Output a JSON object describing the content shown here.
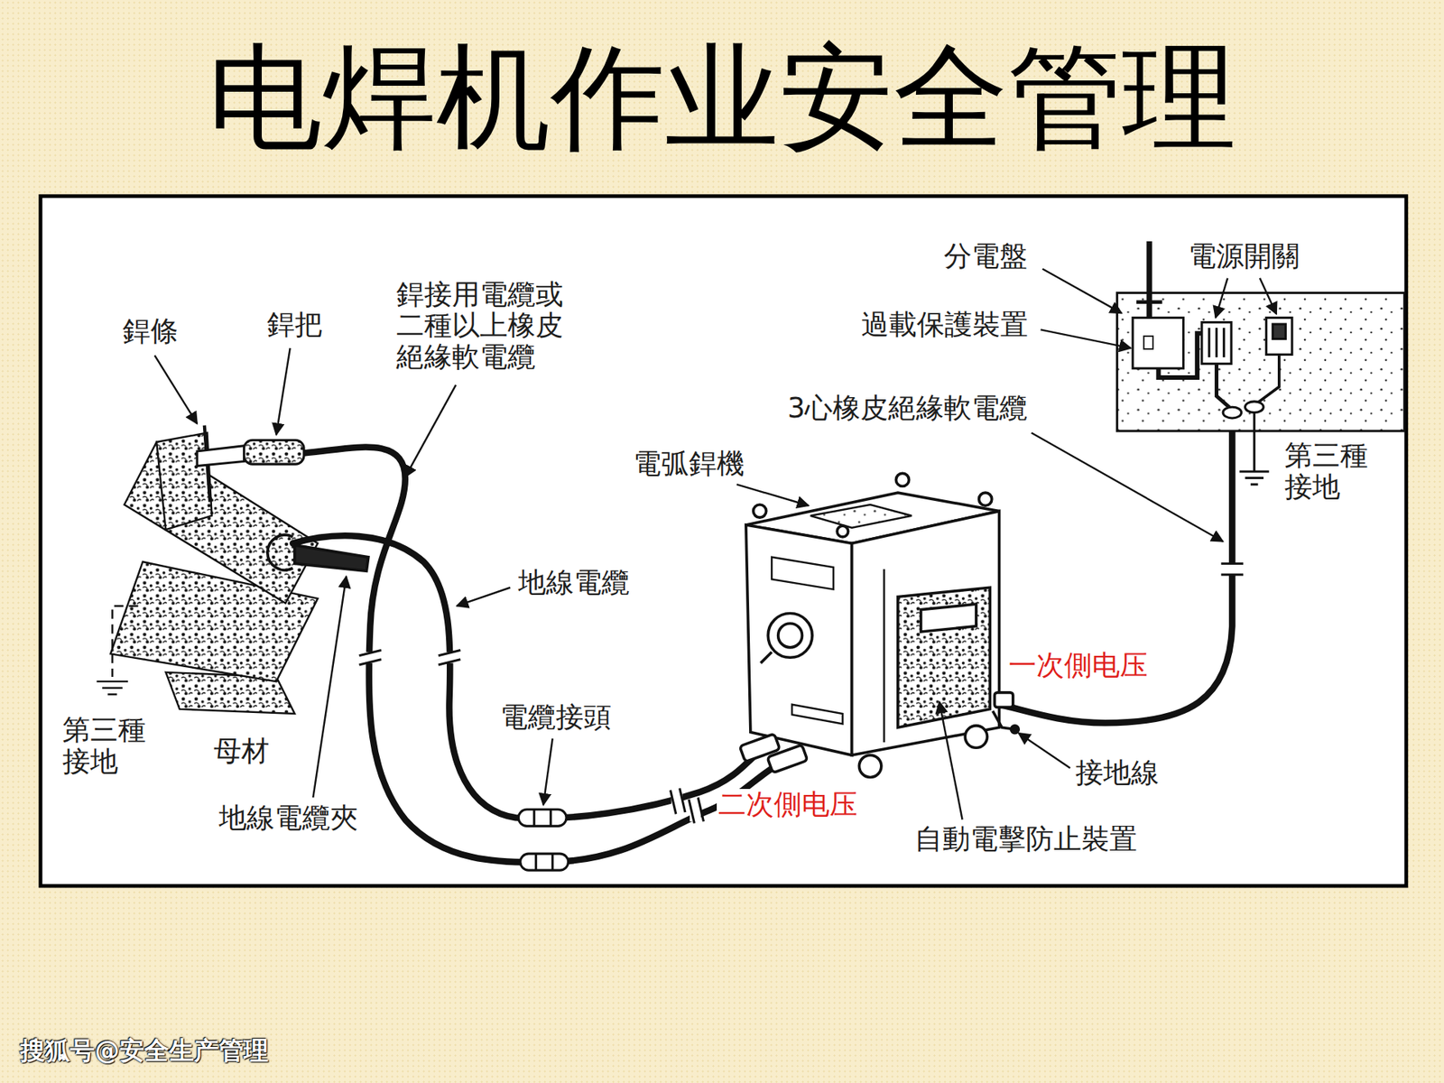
{
  "diagram": {
    "title": "电焊机作业安全管理",
    "labels": [
      "銲條",
      "銲把",
      "銲接用電纜或 二種以上橡皮 絕緣軟電纜",
      "分電盤",
      "電源開關",
      "過載保護裝置",
      "3心橡皮絕緣軟電纜",
      "第三種 接地",
      "電弧銲機",
      "地線電纜",
      "一次側电压",
      "第三種 接地",
      "母材",
      "電纜接頭",
      "接地線",
      "二次側电压",
      "地線電纜夾",
      "自動電擊防止裝置",
      "搜狐号@安全生产管理"
    ]
  }
}
